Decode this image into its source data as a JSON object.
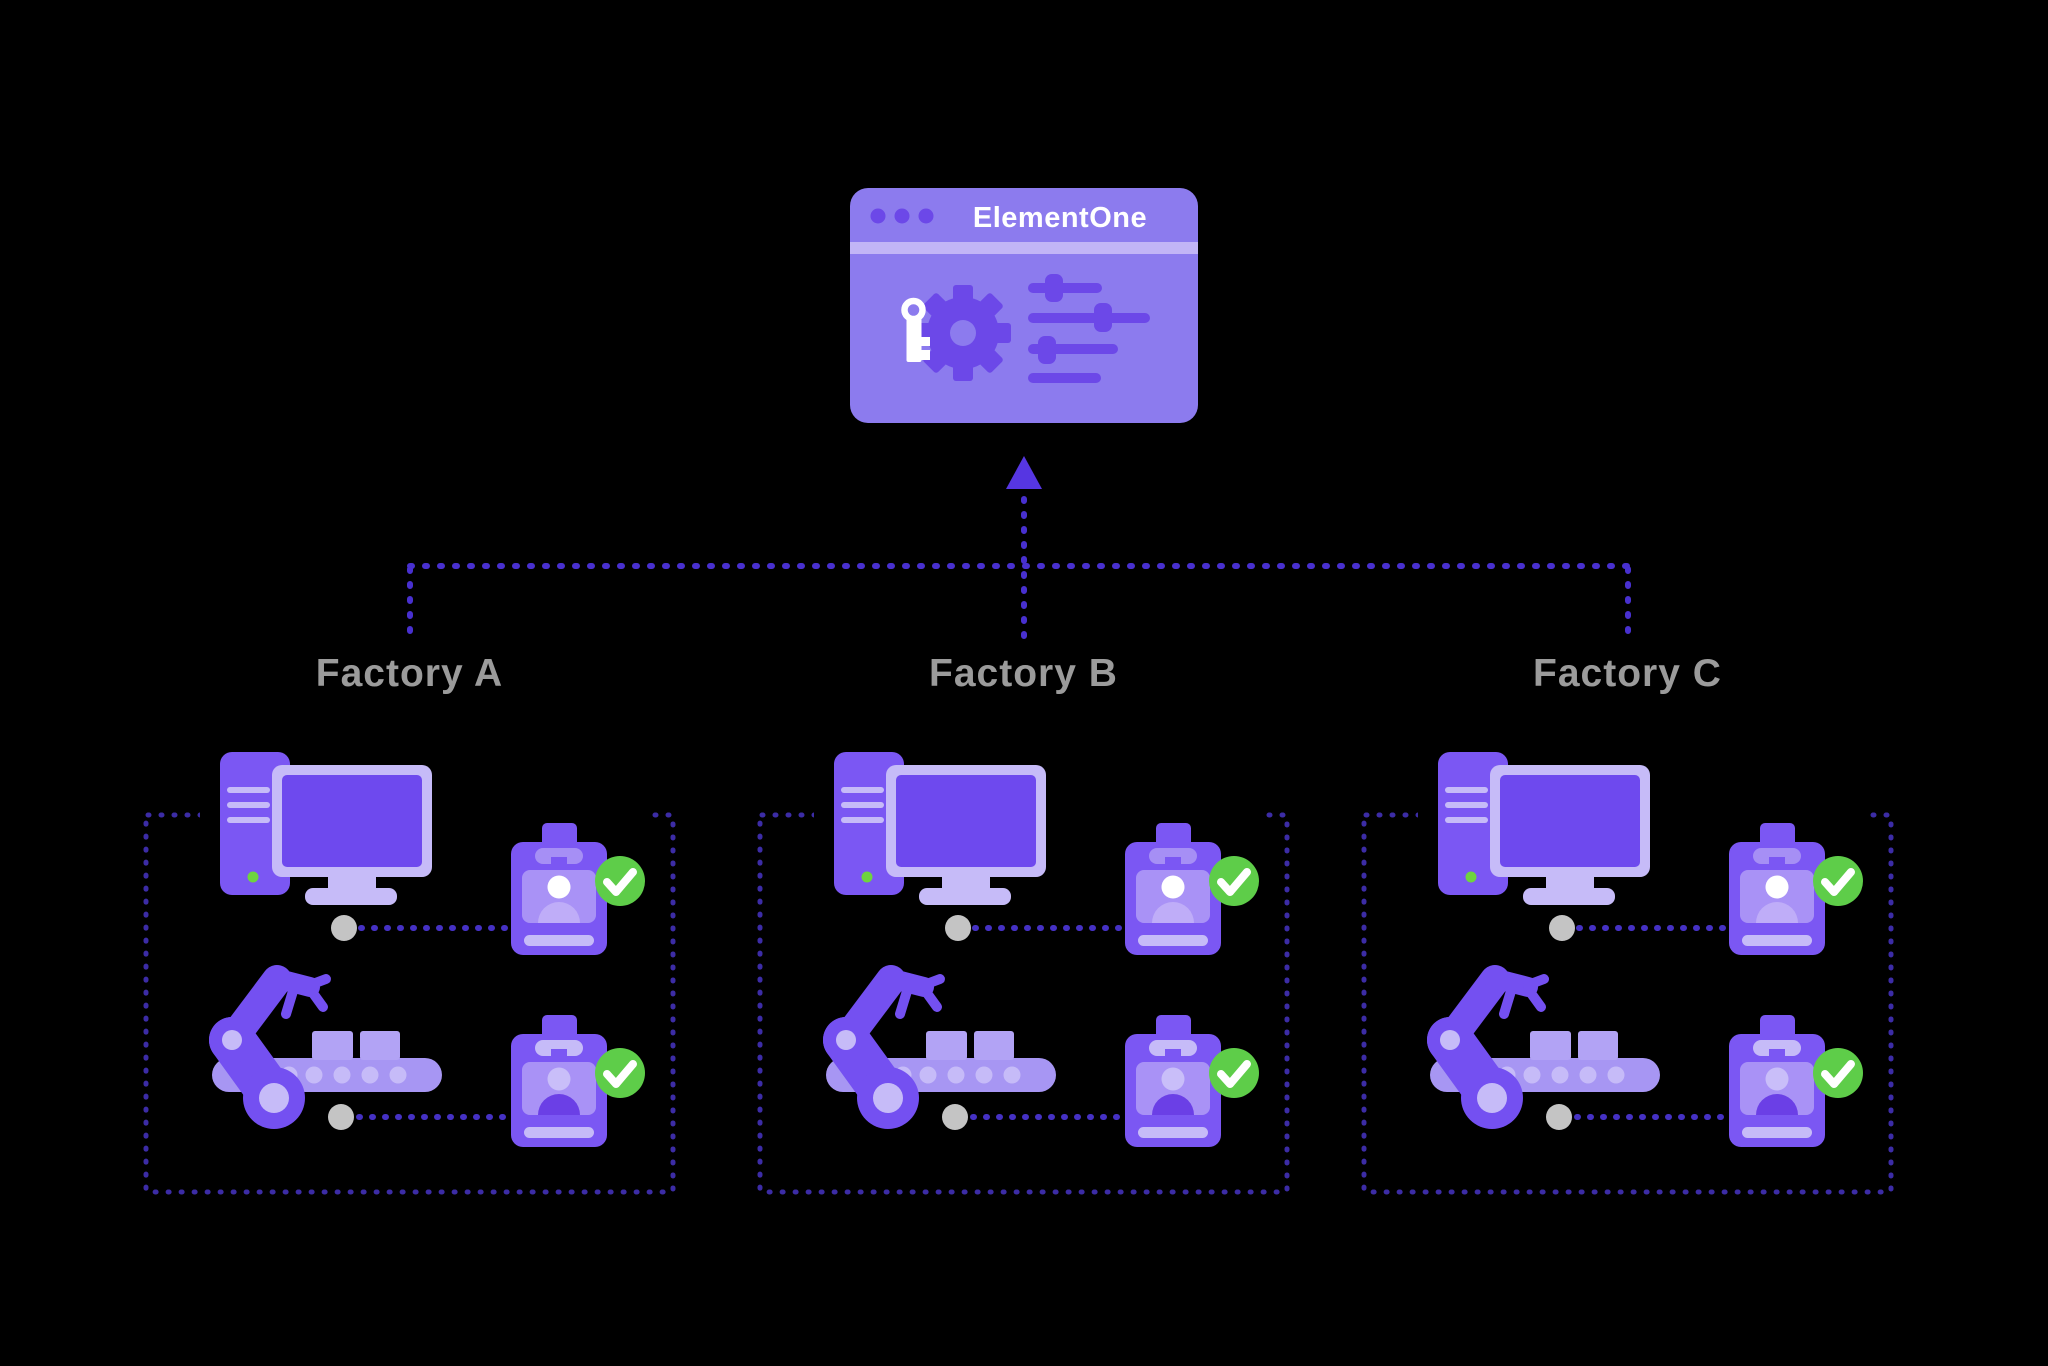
{
  "app": {
    "title": "ElementOne",
    "window": {
      "traffic_dot_count": 3,
      "icons": [
        "key-icon",
        "gear-icon",
        "settings-sliders-icon"
      ]
    }
  },
  "factories": [
    {
      "label": "Factory A",
      "devices": [
        "workstation-computer",
        "robot-arm-conveyor"
      ],
      "badges": [
        {
          "status": "verified"
        },
        {
          "status": "verified"
        }
      ]
    },
    {
      "label": "Factory B",
      "devices": [
        "workstation-computer",
        "robot-arm-conveyor"
      ],
      "badges": [
        {
          "status": "verified"
        },
        {
          "status": "verified"
        }
      ]
    },
    {
      "label": "Factory C",
      "devices": [
        "workstation-computer",
        "robot-arm-conveyor"
      ],
      "badges": [
        {
          "status": "verified"
        },
        {
          "status": "verified"
        }
      ]
    }
  ],
  "colors": {
    "background": "#000000",
    "window_body": "#8c7bee",
    "window_accent": "#6c48e8",
    "window_strip": "#c2b5f6",
    "main_purple": "#7b57f3",
    "robot_purple": "#7450f1",
    "screen_purple": "#6e49ee",
    "light_lavender": "#c6bbf8",
    "photo_lavender": "#a992f6",
    "conveyor_lavender": "#a796f3",
    "box_lavender": "#b2a3f5",
    "badge_clip": "#a68ff5",
    "shoulders_light": "#bfadf8",
    "shoulders_dark": "#6b3fe6",
    "head_lavender": "#c9bef9",
    "tree_line": "#4830cf",
    "factory_border": "#3c2ca6",
    "connector_line": "#4531c4",
    "gray_dot": "#c4c4c4",
    "label_gray": "#9b9b9b",
    "check_green": "#5ecd49",
    "power_green": "#6ed43f",
    "arrow_purple": "#5636e2",
    "white": "#ffffff"
  }
}
